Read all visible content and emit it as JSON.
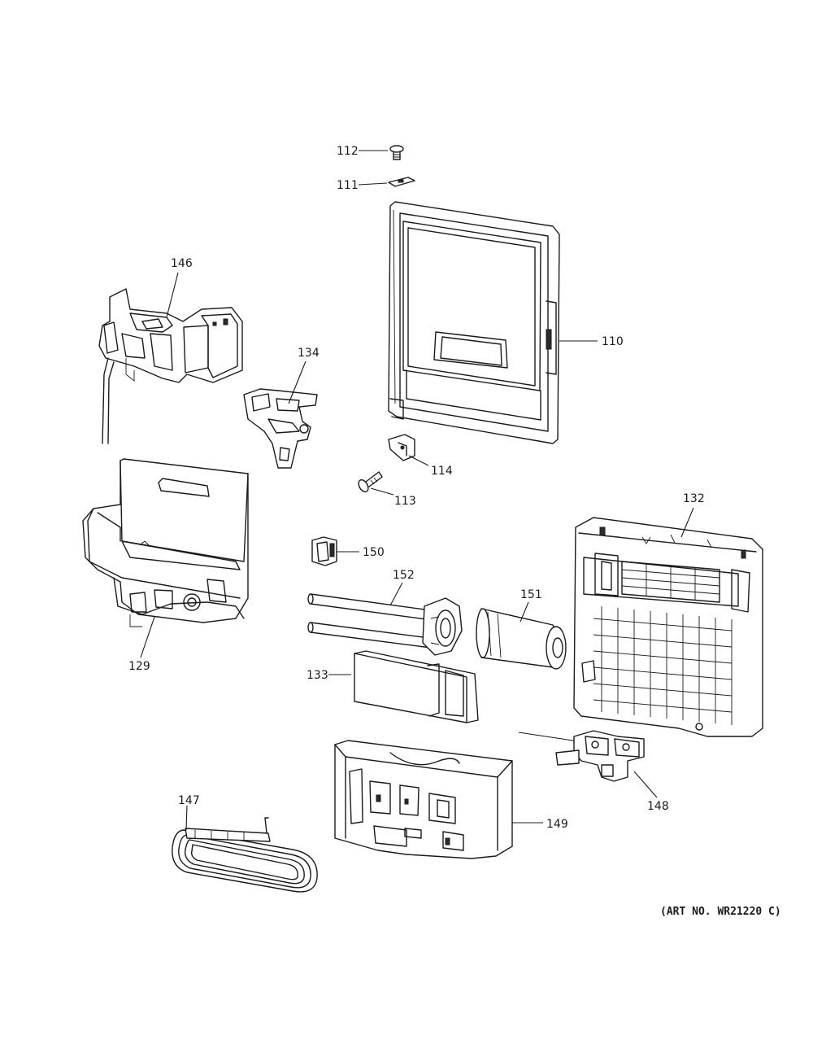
{
  "parts": [
    {
      "id": "112",
      "label": "112"
    },
    {
      "id": "111",
      "label": "111"
    },
    {
      "id": "146",
      "label": "146"
    },
    {
      "id": "134",
      "label": "134"
    },
    {
      "id": "110",
      "label": "110"
    },
    {
      "id": "114",
      "label": "114"
    },
    {
      "id": "113",
      "label": "113"
    },
    {
      "id": "132",
      "label": "132"
    },
    {
      "id": "150",
      "label": "150"
    },
    {
      "id": "152",
      "label": "152"
    },
    {
      "id": "151",
      "label": "151"
    },
    {
      "id": "129",
      "label": "129"
    },
    {
      "id": "133",
      "label": "133"
    },
    {
      "id": "147",
      "label": "147"
    },
    {
      "id": "148",
      "label": "148"
    },
    {
      "id": "149",
      "label": "149"
    }
  ],
  "art_number": "(ART NO. WR21220 C)"
}
